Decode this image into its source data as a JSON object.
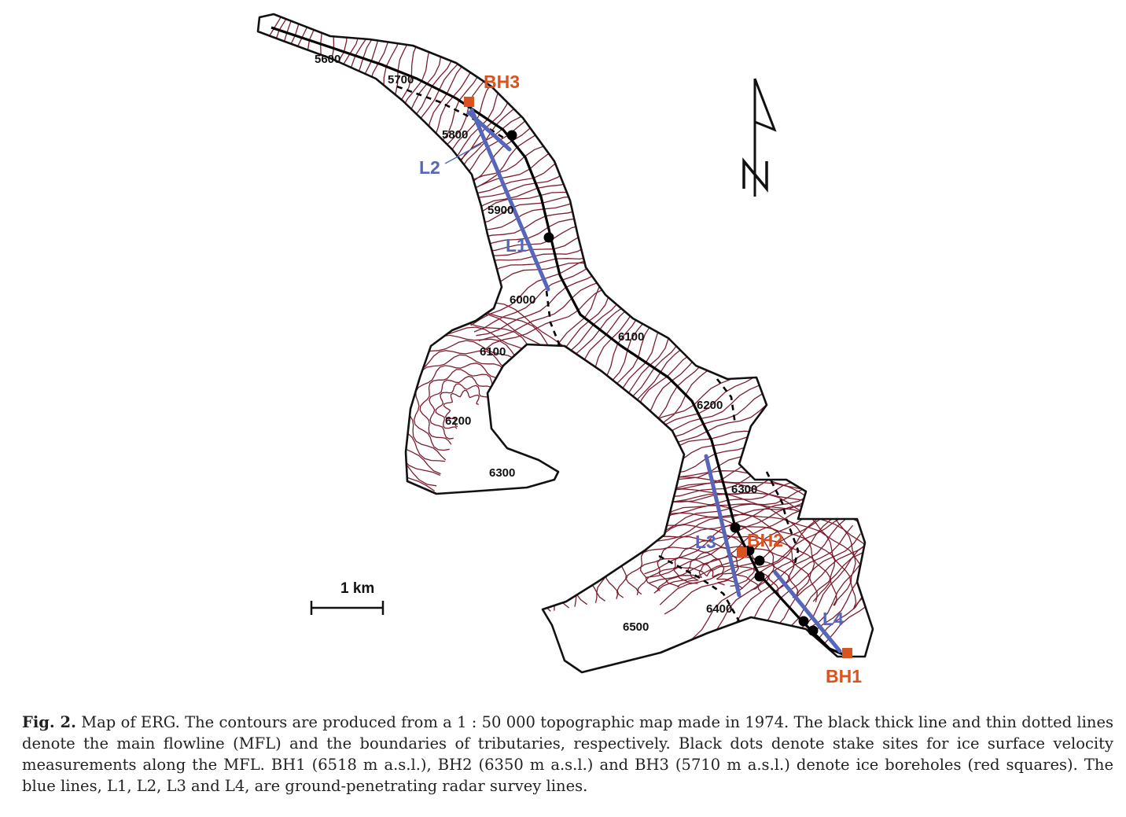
{
  "map": {
    "north_label": "N",
    "scale_label": "1 km",
    "contour_labels": [
      "5600",
      "5700",
      "5800",
      "5900",
      "6000",
      "6100",
      "6100",
      "6200",
      "6200",
      "6300",
      "6300",
      "6400",
      "6500"
    ],
    "boreholes": [
      {
        "label": "BH1",
        "elevation_m": 6518
      },
      {
        "label": "BH2",
        "elevation_m": 6350
      },
      {
        "label": "BH3",
        "elevation_m": 5710
      }
    ],
    "radar_lines": [
      "L1",
      "L2",
      "L3",
      "L4"
    ],
    "colors": {
      "contour": "#7b1e2e",
      "borehole": "#d9531e",
      "radar_line": "#5566bb",
      "flowline": "#000000"
    }
  },
  "caption": {
    "label": "Fig. 2.",
    "text": "Map of ERG. The contours are produced from a 1 : 50 000 topographic map made in 1974. The black thick line and thin dotted lines denote the main flowline (MFL) and the boundaries of tributaries, respectively. Black dots denote stake sites for ice surface velocity measurements along the MFL. BH1 (6518 m a.s.l.), BH2 (6350 m a.s.l.) and BH3 (5710 m a.s.l.) denote ice boreholes (red squares). The blue lines, L1, L2, L3 and L4, are ground-penetrating radar survey lines."
  }
}
